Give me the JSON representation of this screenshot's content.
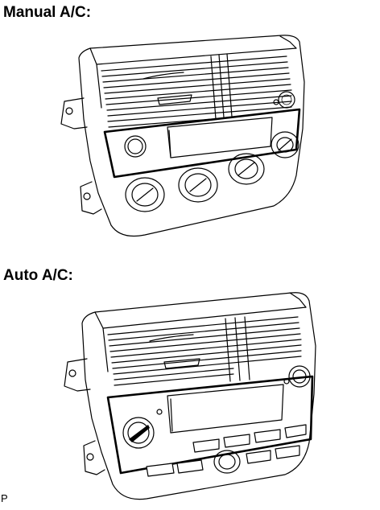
{
  "labels": {
    "manual": "Manual A/C:",
    "auto": "Auto A/C:",
    "corner_code": "P"
  }
}
